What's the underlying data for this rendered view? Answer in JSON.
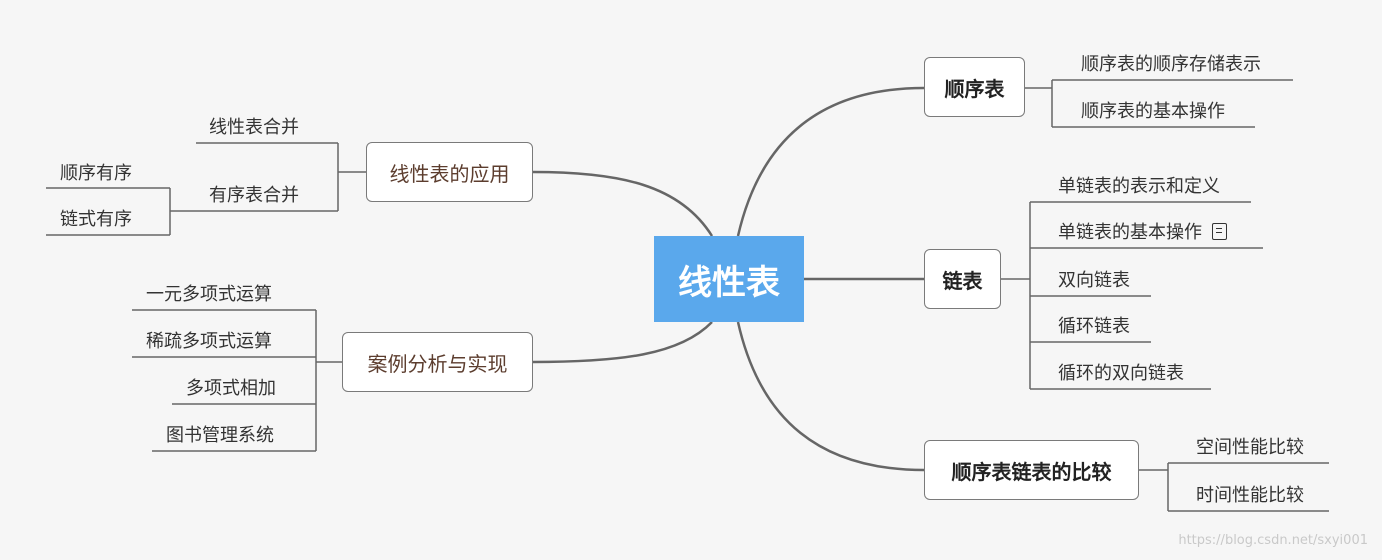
{
  "root": "线性表",
  "right": [
    {
      "label": "顺序表",
      "children": [
        "顺序表的顺序存储表示",
        "顺序表的基本操作"
      ]
    },
    {
      "label": "链表",
      "children": [
        "单链表的表示和定义",
        "单链表的基本操作",
        "双向链表",
        "循环链表",
        "循环的双向链表"
      ]
    },
    {
      "label": "顺序表链表的比较",
      "children": [
        "空间性能比较",
        "时间性能比较"
      ]
    }
  ],
  "left": [
    {
      "label": "线性表的应用",
      "children": [
        {
          "label": "线性表合并"
        },
        {
          "label": "有序表合并",
          "children": [
            "顺序有序",
            "链式有序"
          ]
        }
      ]
    },
    {
      "label": "案例分析与实现",
      "children": [
        "一元多项式运算",
        "稀疏多项式运算",
        "多项式相加",
        "图书管理系统"
      ]
    }
  ],
  "icons": {
    "note": "note-icon"
  },
  "watermark": "https://blog.csdn.net/sxyi001"
}
